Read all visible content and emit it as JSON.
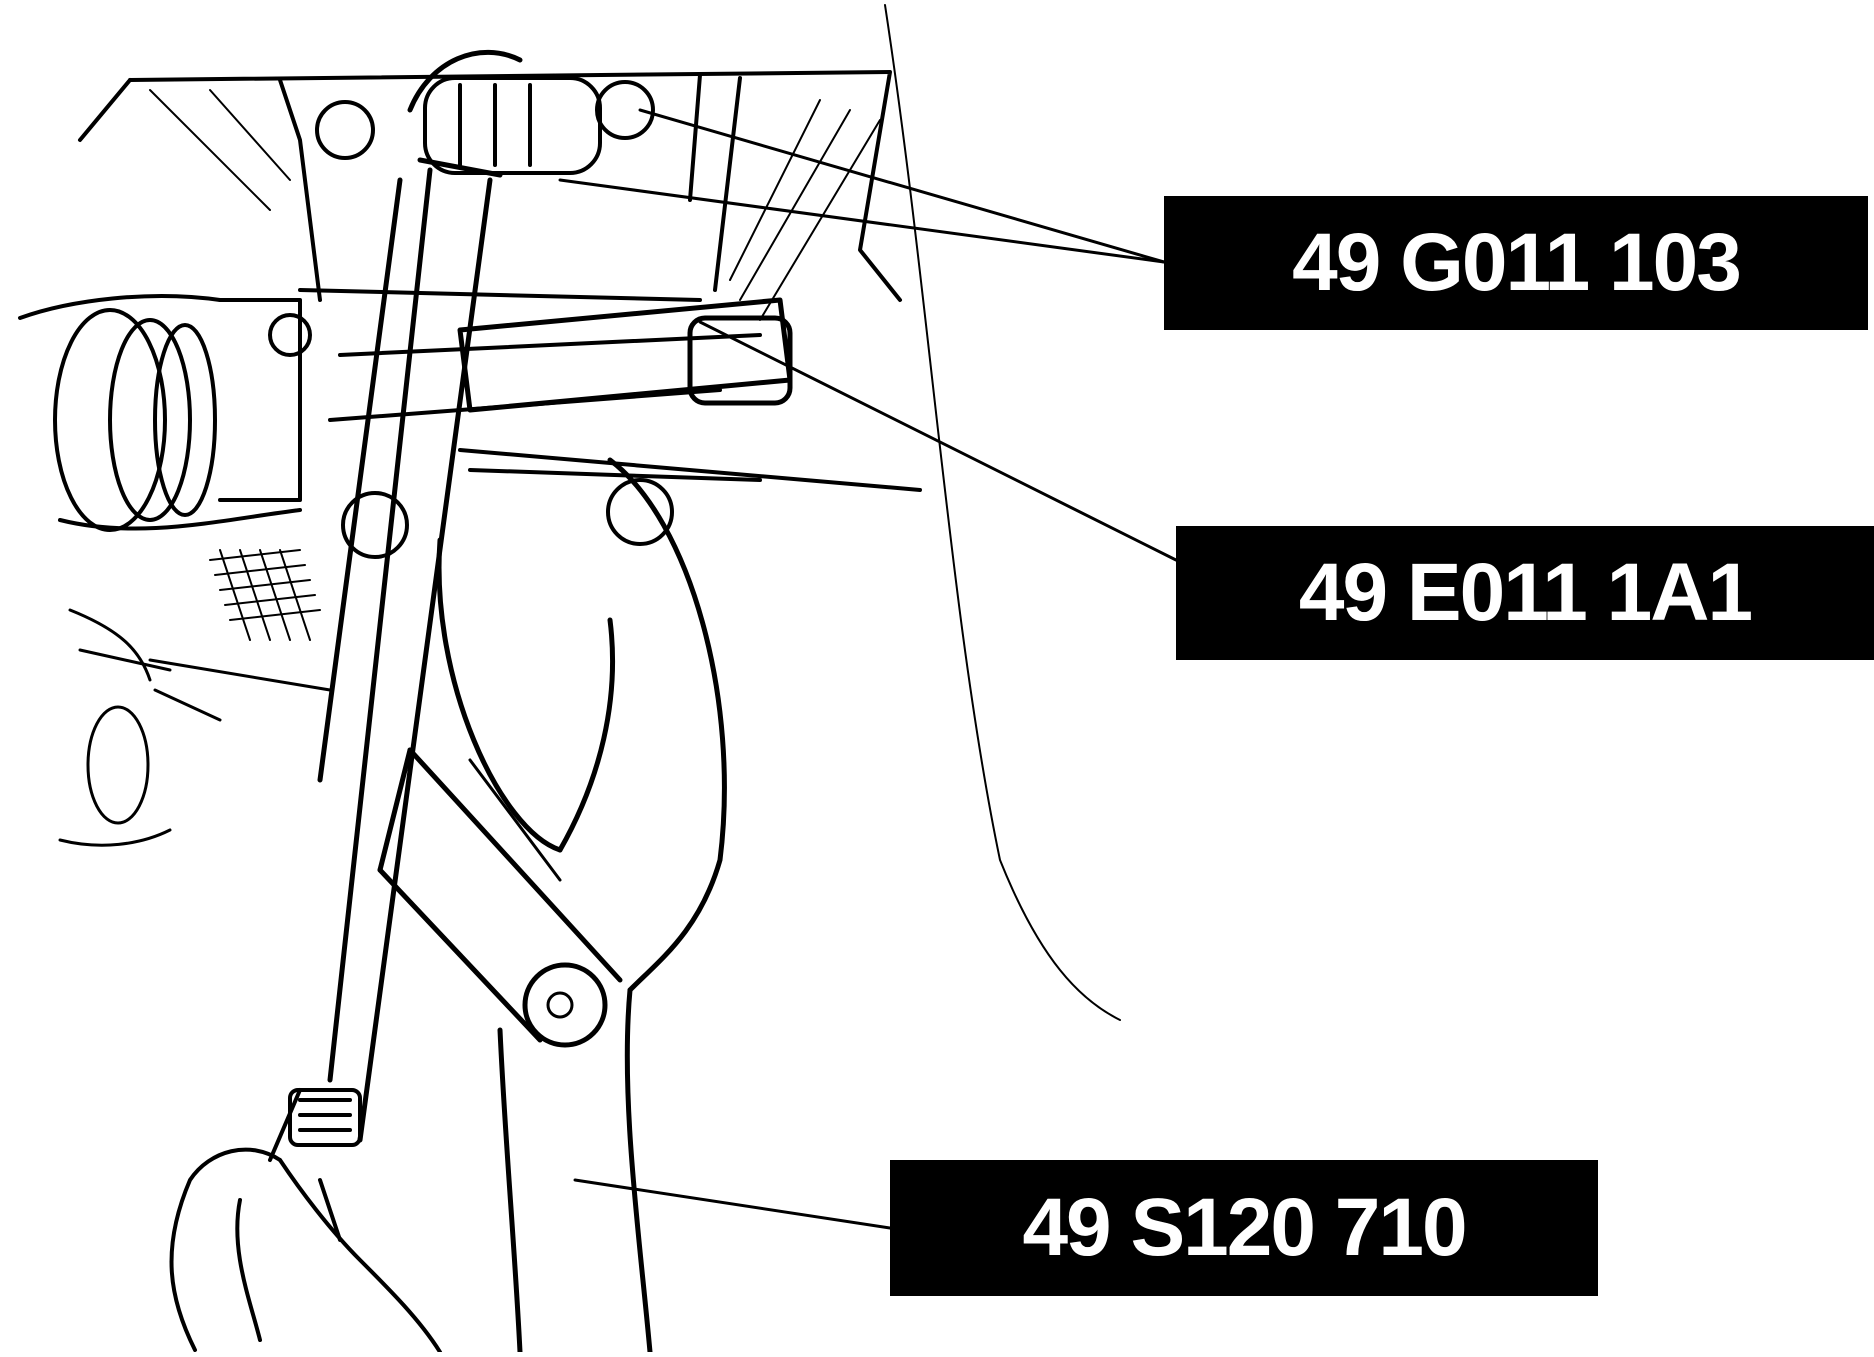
{
  "figure": {
    "description_visible_text_only": true,
    "callouts": [
      {
        "id": "callout-1",
        "text": "49 G011 103"
      },
      {
        "id": "callout-2",
        "text": "49 E011 1A1"
      },
      {
        "id": "callout-3",
        "text": "49 S120 710"
      }
    ]
  },
  "colors": {
    "line": "#000000",
    "background": "#ffffff",
    "label_bg": "#000000",
    "label_text": "#ffffff"
  }
}
